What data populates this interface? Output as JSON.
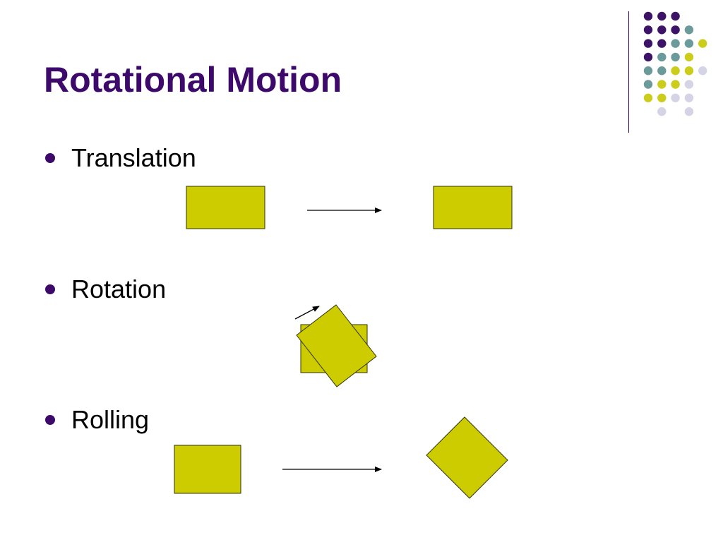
{
  "slide": {
    "title": "Rotational Motion",
    "bullets": [
      {
        "label": "Translation"
      },
      {
        "label": "Rotation"
      },
      {
        "label": "Rolling"
      }
    ]
  },
  "colors": {
    "title": "#3d0a6b",
    "text": "#000000",
    "bullet": "#3d0a6b",
    "shape_fill": "#cccc00",
    "shape_stroke": "#333300",
    "arrow": "#000000",
    "divider": "#3d0a6b",
    "deco_purple": "#3d1368",
    "deco_teal": "#6a9a9a",
    "deco_yellow": "#cccc1a",
    "deco_lavender": "#d4d4e6"
  },
  "decoration": {
    "name": "dot-grid",
    "rows": [
      [
        "purple",
        "purple",
        "purple",
        null,
        null
      ],
      [
        "purple",
        "purple",
        "purple",
        "teal",
        null
      ],
      [
        "purple",
        "purple",
        "teal",
        "teal",
        "yellow"
      ],
      [
        "purple",
        "teal",
        "teal",
        "yellow",
        null
      ],
      [
        "teal",
        "teal",
        "yellow",
        "yellow",
        "lavender"
      ],
      [
        "teal",
        "yellow",
        "yellow",
        "lavender",
        null
      ],
      [
        "yellow",
        "yellow",
        "lavender",
        "lavender",
        null
      ],
      [
        null,
        "lavender",
        null,
        "lavender",
        null
      ]
    ]
  }
}
